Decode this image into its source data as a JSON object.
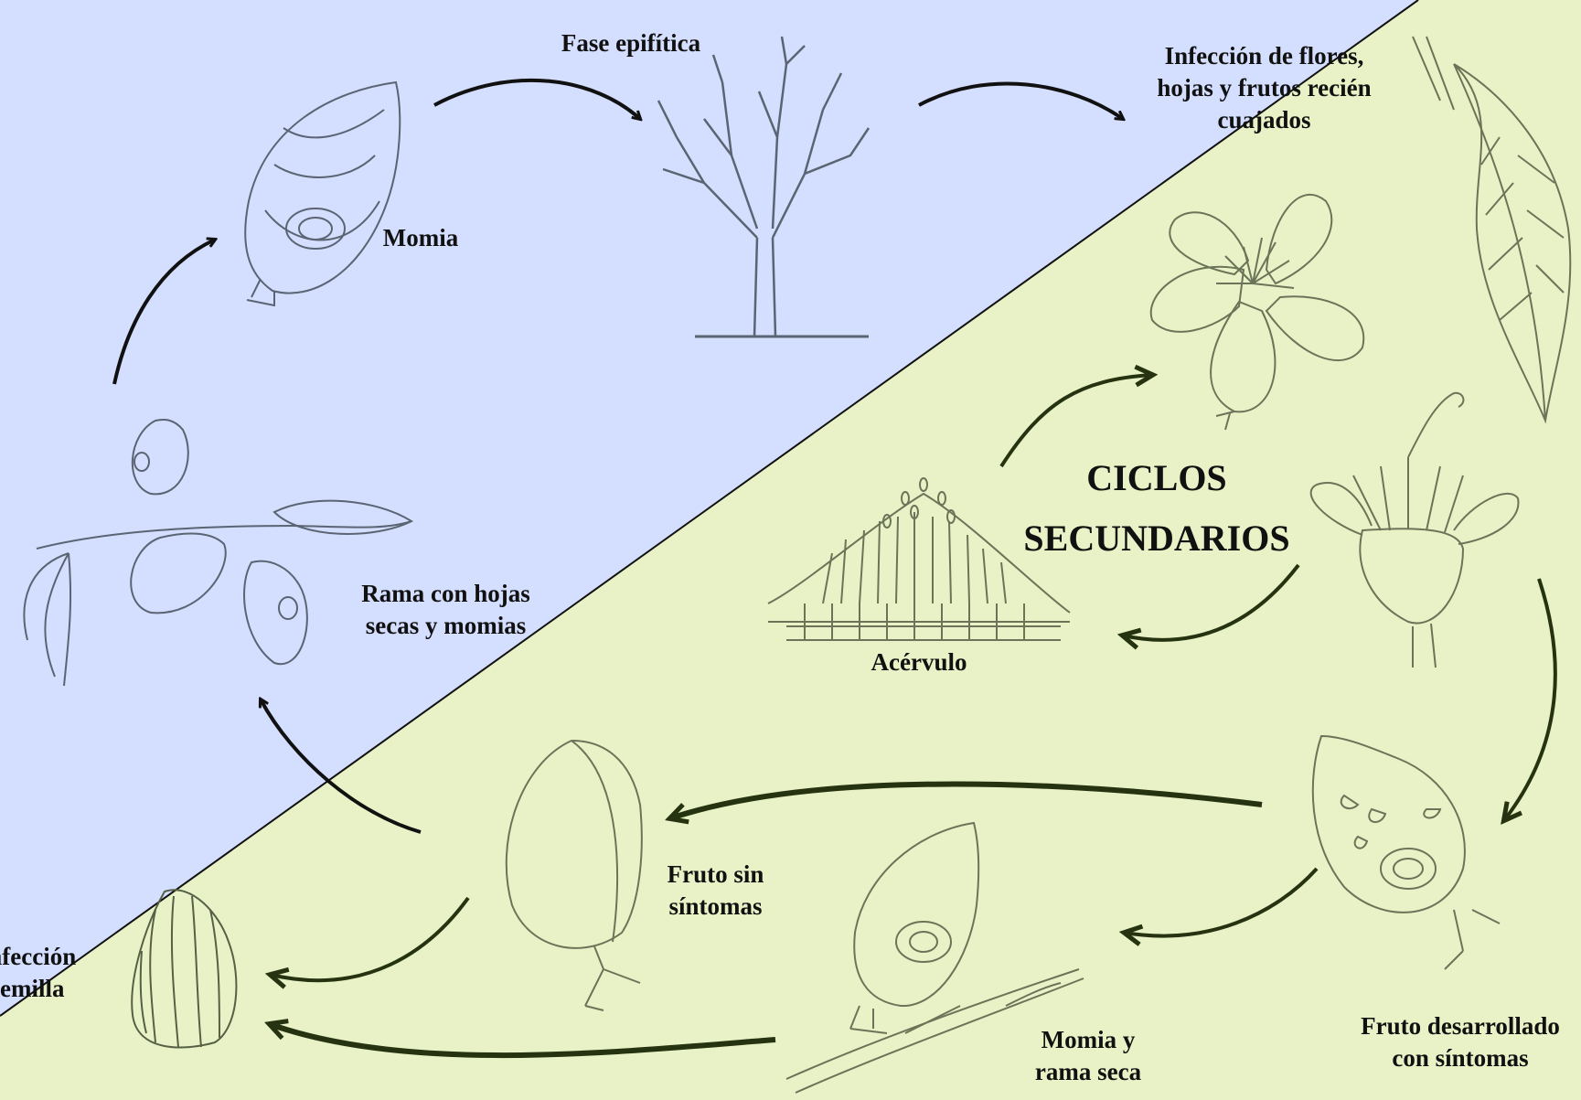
{
  "colors": {
    "primary_bg": "#d4defe",
    "secondary_bg": "#e9f2c6",
    "arrow_primary": "#111111",
    "arrow_secondary": "#263311",
    "sketch_primary": "#5a6472",
    "sketch_secondary": "#6b7458"
  },
  "labels": {
    "fase_epifitica": "Fase epifítica",
    "infeccion_flores": "Infección de flores,\nhojas y frutos recién\ncuajados",
    "momia": "Momia",
    "rama_hojas": "Rama con hojas\nsecas y momias",
    "ciclos_secundarios": "CICLOS\nSECUNDARIOS",
    "acervulo": "Acérvulo",
    "fruto_sin_sintomas": "Fruto sin\nsíntomas",
    "infeccion_semilla": "Infección\nsemilla",
    "momia_rama_seca": "Momia y\nrama seca",
    "fruto_desarrollado": "Fruto desarrollado\ncon síntomas"
  },
  "icons": [
    "mummy-fruit-icon",
    "bare-tree-icon",
    "flower-icon",
    "leaf-icon",
    "branch-mummies-icon",
    "acervulus-icon",
    "open-flower-icon",
    "fruit-symptoms-icon",
    "healthy-fruit-icon",
    "infected-seed-icon",
    "mummy-branch-icon"
  ]
}
